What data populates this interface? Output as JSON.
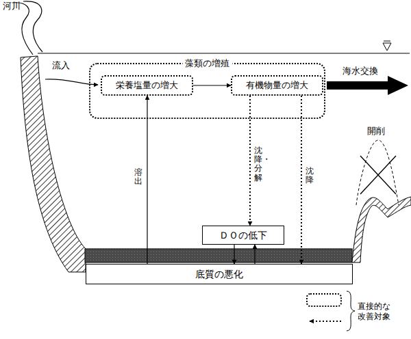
{
  "diagram": {
    "nodes": [
      {
        "text": [
          "藻類の増殖"
        ]
      },
      {
        "text": [
          "栄養塩量の増大"
        ],
        "in": 0
      },
      {
        "text": [
          "有機物量の増大"
        ],
        "in": 0
      },
      {
        "text": [
          "ＤＯの低下"
        ]
      },
      {
        "text": [
          "底質の悪化"
        ]
      }
    ],
    "edges": [
      {
        "from": 1,
        "to": 2,
        "arrow": "to"
      },
      {
        "from": 2,
        "to": 3,
        "label": "沈降・分解",
        "arrow": "to"
      },
      {
        "from": 2,
        "to": 4,
        "label": "沈降",
        "arrow": "to"
      },
      {
        "from": 4,
        "to": 1,
        "label": "溶出",
        "arrow": "to"
      },
      {
        "from": 3,
        "to": 4,
        "arrow": "to"
      },
      {
        "from": 4,
        "to": 3,
        "arrow": "to"
      }
    ],
    "labels": [
      "河川",
      "流入",
      "海水交換",
      "開削"
    ],
    "legend": [
      {
        "text": "直接的な改善対象"
      }
    ]
  }
}
